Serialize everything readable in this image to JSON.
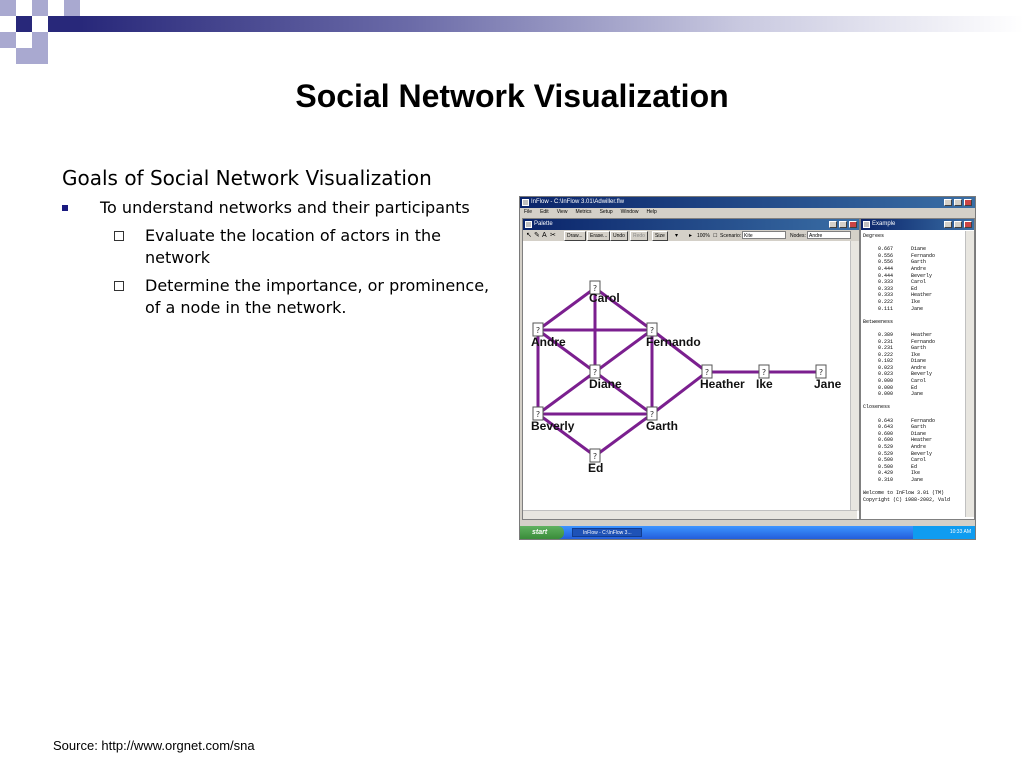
{
  "slide": {
    "title": "Social Network Visualization",
    "heading": "Goals of Social Network Visualization",
    "bullet": "To understand networks and their participants",
    "subbullets": [
      "Evaluate the location of actors in the network",
      "Determine the importance, or prominence, of a node in the network."
    ],
    "source": "Source: http://www.orgnet.com/sna"
  },
  "screenshot": {
    "app_title": "InFlow - C:\\InFlow 3.01\\Adwiller.flw",
    "menu": [
      "File",
      "Edit",
      "View",
      "Metrics",
      "Setup",
      "Window",
      "Help"
    ],
    "palette_title": "Palette",
    "toolbar": {
      "draw": "Draw...",
      "erase": "Erase...",
      "undo": "Undo",
      "redo": "Redo",
      "size": "Size",
      "zoom": "100%",
      "scenario_label": "Scenario:",
      "scenario_value": "Kite",
      "nodes_label": "Nodes:",
      "nodes_value": "Andre"
    },
    "stats_title": "Example",
    "stats": {
      "degrees_label": "Degrees",
      "degrees": [
        [
          "0.667",
          "Diane"
        ],
        [
          "0.556",
          "Fernando"
        ],
        [
          "0.556",
          "Garth"
        ],
        [
          "0.444",
          "Andre"
        ],
        [
          "0.444",
          "Beverly"
        ],
        [
          "0.333",
          "Carol"
        ],
        [
          "0.333",
          "Ed"
        ],
        [
          "0.333",
          "Heather"
        ],
        [
          "0.222",
          "Ike"
        ],
        [
          "0.111",
          "Jane"
        ]
      ],
      "betweeness_label": "Betweeness",
      "betweeness": [
        [
          "0.389",
          "Heather"
        ],
        [
          "0.231",
          "Fernando"
        ],
        [
          "0.231",
          "Garth"
        ],
        [
          "0.222",
          "Ike"
        ],
        [
          "0.102",
          "Diane"
        ],
        [
          "0.023",
          "Andre"
        ],
        [
          "0.023",
          "Beverly"
        ],
        [
          "0.000",
          "Carol"
        ],
        [
          "0.000",
          "Ed"
        ],
        [
          "0.000",
          "Jane"
        ]
      ],
      "closeness_label": "Closeness",
      "closeness": [
        [
          "0.643",
          "Fernando"
        ],
        [
          "0.643",
          "Garth"
        ],
        [
          "0.600",
          "Diane"
        ],
        [
          "0.600",
          "Heather"
        ],
        [
          "0.529",
          "Andre"
        ],
        [
          "0.529",
          "Beverly"
        ],
        [
          "0.500",
          "Carol"
        ],
        [
          "0.500",
          "Ed"
        ],
        [
          "0.429",
          "Ike"
        ],
        [
          "0.310",
          "Jane"
        ]
      ],
      "footer1": "Welcome to InFlow 3.01 (TM)",
      "footer2": "Copyright (C) 1988-2002, Vald"
    },
    "taskbar": {
      "start": "start",
      "task": "InFlow - C:\\InFlow 3...",
      "clock": "10:33 AM"
    },
    "network": {
      "nodes": [
        {
          "id": "Carol",
          "label": "Carol"
        },
        {
          "id": "Andre",
          "label": "Andre"
        },
        {
          "id": "Fernando",
          "label": "Fernando"
        },
        {
          "id": "Diane",
          "label": "Diane"
        },
        {
          "id": "Heather",
          "label": "Heather"
        },
        {
          "id": "Ike",
          "label": "Ike"
        },
        {
          "id": "Jane",
          "label": "Jane"
        },
        {
          "id": "Beverly",
          "label": "Beverly"
        },
        {
          "id": "Garth",
          "label": "Garth"
        },
        {
          "id": "Ed",
          "label": "Ed"
        }
      ],
      "edges": [
        [
          "Carol",
          "Andre"
        ],
        [
          "Carol",
          "Fernando"
        ],
        [
          "Carol",
          "Diane"
        ],
        [
          "Andre",
          "Fernando"
        ],
        [
          "Andre",
          "Diane"
        ],
        [
          "Andre",
          "Beverly"
        ],
        [
          "Fernando",
          "Diane"
        ],
        [
          "Fernando",
          "Garth"
        ],
        [
          "Fernando",
          "Heather"
        ],
        [
          "Diane",
          "Beverly"
        ],
        [
          "Diane",
          "Garth"
        ],
        [
          "Beverly",
          "Garth"
        ],
        [
          "Beverly",
          "Ed"
        ],
        [
          "Garth",
          "Ed"
        ],
        [
          "Garth",
          "Heather"
        ],
        [
          "Heather",
          "Ike"
        ],
        [
          "Ike",
          "Jane"
        ]
      ],
      "edge_color": "#7b1f8f"
    }
  }
}
